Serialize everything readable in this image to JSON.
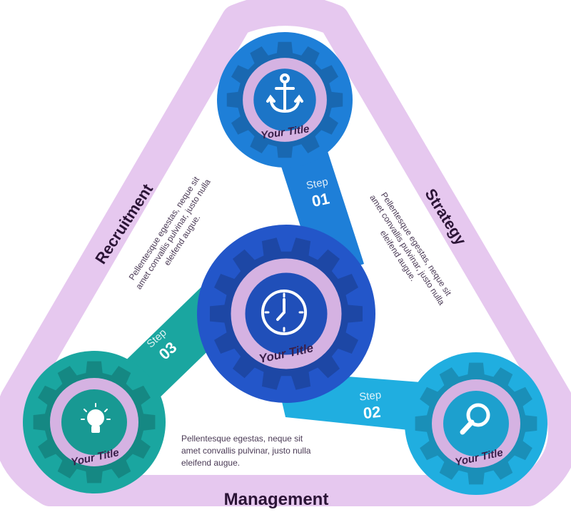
{
  "diagram": {
    "sides": {
      "left": "Recruitment",
      "right": "Strategy",
      "bottom": "Management"
    },
    "description": "Pellentesque egestas, neque sit amet convallis pulvinar, justo nulla eleifend augue.",
    "description_lines": [
      "Pellentesque egestas, neque sit",
      "amet convallis pulvinar, justo nulla",
      "eleifend augue."
    ],
    "steps": [
      {
        "word": "Step",
        "number": "01"
      },
      {
        "word": "Step",
        "number": "02"
      },
      {
        "word": "Step",
        "number": "03"
      }
    ],
    "gears": [
      {
        "title": "Your Title",
        "icon": "anchor-icon",
        "color": "#1e7fd8"
      },
      {
        "title": "Your Title",
        "icon": "clock-icon",
        "color": "#2356c9"
      },
      {
        "title": "Your Title",
        "icon": "magnifier-icon",
        "color": "#20aee0"
      },
      {
        "title": "Your Title",
        "icon": "lightbulb-icon",
        "color": "#1aa6a0"
      }
    ],
    "colors": {
      "frame": "#e6c8ef",
      "ring": "#d5b2e2",
      "title_text": "#3a1f4a",
      "label_text": "#2b1436"
    }
  }
}
